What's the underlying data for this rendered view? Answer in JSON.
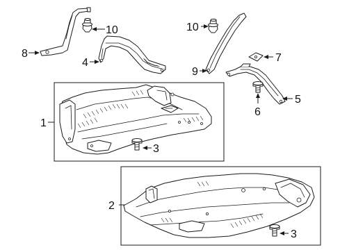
{
  "callouts": [
    {
      "id": "1",
      "label": "1"
    },
    {
      "id": "2",
      "label": "2"
    },
    {
      "id": "3a",
      "label": "3"
    },
    {
      "id": "3b",
      "label": "3"
    },
    {
      "id": "4",
      "label": "4"
    },
    {
      "id": "5",
      "label": "5"
    },
    {
      "id": "6",
      "label": "6"
    },
    {
      "id": "7",
      "label": "7"
    },
    {
      "id": "8",
      "label": "8"
    },
    {
      "id": "9",
      "label": "9"
    },
    {
      "id": "10a",
      "label": "10"
    },
    {
      "id": "10b",
      "label": "10"
    }
  ]
}
